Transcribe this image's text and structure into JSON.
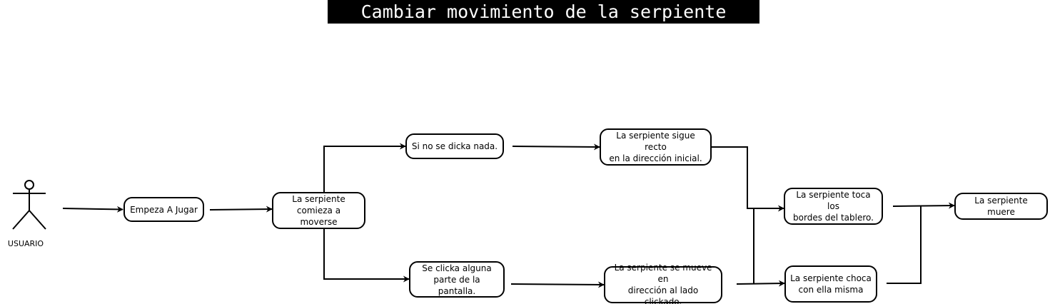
{
  "title": "Cambiar movimiento de la serpiente",
  "actor": {
    "label": "USUARIO"
  },
  "nodes": {
    "start": "Empeza A Jugar",
    "moves": "La serpiente\ncomieza a moverse",
    "no_click": "Si no se dicka nada.",
    "click": "Se clicka alguna\nparte de la pantalla.",
    "straight": "La serpiente sigue recto\nen la dirección inicial.",
    "clicked_dir": "La serpiente se mueve en\ndirección al lado clickado.",
    "touch_edges": "La serpiente toca los\nbordes del tablero.",
    "self_collide": "La serpiente choca\ncon ella misma",
    "dies": "La serpiente muere"
  },
  "colors": {
    "line": "#000000",
    "title_bg": "#000000",
    "title_fg": "#ffffff"
  }
}
